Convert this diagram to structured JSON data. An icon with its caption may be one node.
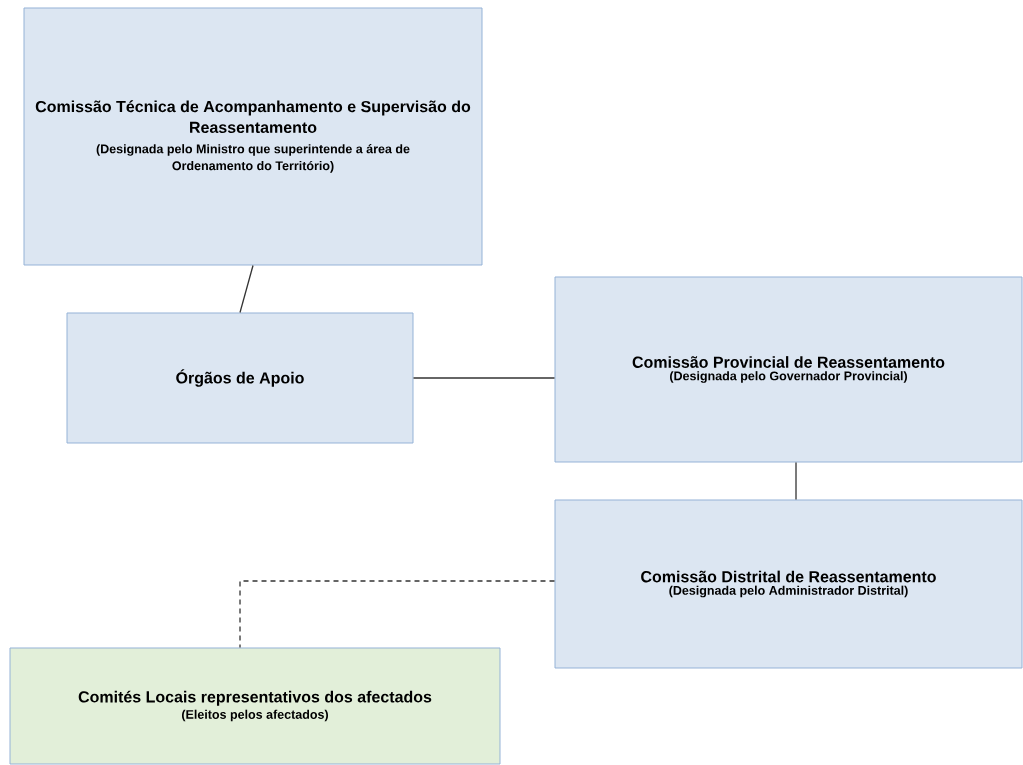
{
  "diagram": {
    "nodes": [
      {
        "text": [
          "Comissão Técnica de Acompanhamento e Supervisão do Reassentamento",
          "(Designada pelo Ministro que superintende a área de Ordenamento do Território)"
        ]
      },
      {
        "text": [
          "Órgãos de Apoio"
        ]
      },
      {
        "text": [
          "Comissão Provincial de Reassentamento",
          "(Designada pelo Governador Provincial)"
        ]
      },
      {
        "text": [
          "Comissão Distrital de Reassentamento",
          "(Designada pelo Administrador Distrital)"
        ]
      },
      {
        "text": [
          "Comités Locais representativos dos afectados",
          "(Eleitos pelos afectados)"
        ]
      }
    ],
    "edges": [
      {
        "from": 0,
        "to": 1,
        "arrow": "none"
      },
      {
        "from": 1,
        "to": 2,
        "arrow": "none"
      },
      {
        "from": 2,
        "to": 3,
        "arrow": "none"
      },
      {
        "from": 3,
        "to": 4,
        "arrow": "none",
        "style": "dashed"
      }
    ]
  }
}
